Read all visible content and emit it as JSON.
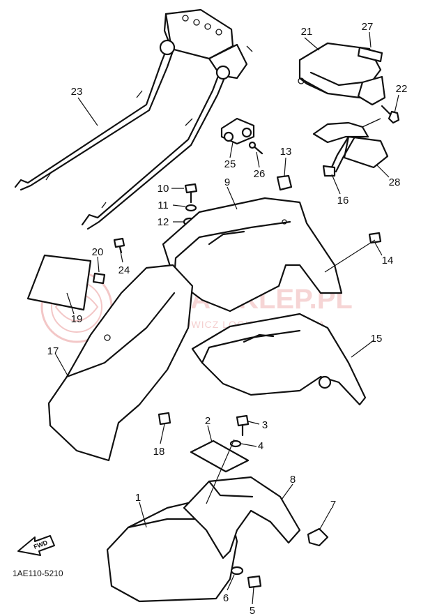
{
  "diagram": {
    "catalog_code": "1AE110-5210",
    "direction_label": "FWD",
    "watermark": {
      "main": "YAMA-SKLEP.PL",
      "sub": "WOJCIECHOWICZ LOGISTER YAMAHA"
    },
    "callouts": [
      {
        "id": "1",
        "label": "1"
      },
      {
        "id": "2",
        "label": "2"
      },
      {
        "id": "3",
        "label": "3"
      },
      {
        "id": "4",
        "label": "4"
      },
      {
        "id": "5",
        "label": "5"
      },
      {
        "id": "6",
        "label": "6"
      },
      {
        "id": "7",
        "label": "7"
      },
      {
        "id": "8",
        "label": "8"
      },
      {
        "id": "9",
        "label": "9"
      },
      {
        "id": "10",
        "label": "10"
      },
      {
        "id": "11",
        "label": "11"
      },
      {
        "id": "12",
        "label": "12"
      },
      {
        "id": "13",
        "label": "13"
      },
      {
        "id": "14",
        "label": "14"
      },
      {
        "id": "15",
        "label": "15"
      },
      {
        "id": "16",
        "label": "16"
      },
      {
        "id": "17",
        "label": "17"
      },
      {
        "id": "18",
        "label": "18"
      },
      {
        "id": "19",
        "label": "19"
      },
      {
        "id": "20",
        "label": "20"
      },
      {
        "id": "21",
        "label": "21"
      },
      {
        "id": "22",
        "label": "22"
      },
      {
        "id": "23",
        "label": "23"
      },
      {
        "id": "24",
        "label": "24"
      },
      {
        "id": "25",
        "label": "25"
      },
      {
        "id": "26",
        "label": "26"
      },
      {
        "id": "27",
        "label": "27"
      },
      {
        "id": "28",
        "label": "28"
      }
    ]
  }
}
